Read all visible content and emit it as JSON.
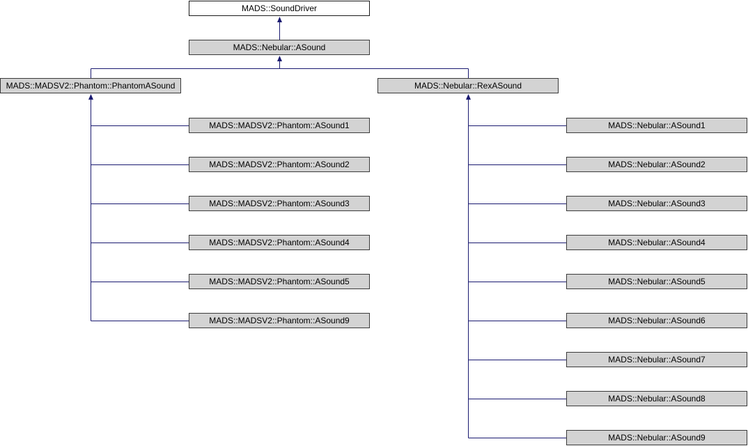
{
  "diagram": {
    "root": {
      "label": "MADS::SoundDriver"
    },
    "base": {
      "label": "MADS::Nebular::ASound"
    },
    "branches": [
      {
        "parent": {
          "label": "MADS::MADSV2::Phantom::PhantomASound"
        },
        "children": [
          {
            "label": "MADS::MADSV2::Phantom::ASound1"
          },
          {
            "label": "MADS::MADSV2::Phantom::ASound2"
          },
          {
            "label": "MADS::MADSV2::Phantom::ASound3"
          },
          {
            "label": "MADS::MADSV2::Phantom::ASound4"
          },
          {
            "label": "MADS::MADSV2::Phantom::ASound5"
          },
          {
            "label": "MADS::MADSV2::Phantom::ASound9"
          }
        ]
      },
      {
        "parent": {
          "label": "MADS::Nebular::RexASound"
        },
        "children": [
          {
            "label": "MADS::Nebular::ASound1"
          },
          {
            "label": "MADS::Nebular::ASound2"
          },
          {
            "label": "MADS::Nebular::ASound3"
          },
          {
            "label": "MADS::Nebular::ASound4"
          },
          {
            "label": "MADS::Nebular::ASound5"
          },
          {
            "label": "MADS::Nebular::ASound6"
          },
          {
            "label": "MADS::Nebular::ASound7"
          },
          {
            "label": "MADS::Nebular::ASound8"
          },
          {
            "label": "MADS::Nebular::ASound9"
          }
        ]
      }
    ]
  },
  "colors": {
    "edge": "#191970",
    "node_fill": "#d3d3d3",
    "root_fill": "#ffffff",
    "node_border": "#3a3a3a",
    "text": "#000000",
    "background": "#ffffff"
  }
}
